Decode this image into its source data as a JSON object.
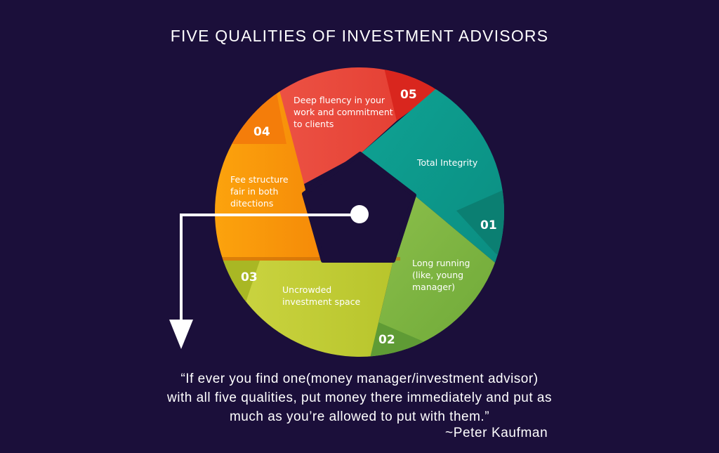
{
  "title": "FIVE QUALITIES  OF INVESTMENT ADVISORS",
  "segments": [
    {
      "number": "01",
      "label_lines": [
        "Total Integrity"
      ],
      "color": "#0e9a8c",
      "accent": "#0b7f72"
    },
    {
      "number": "02",
      "label_lines": [
        "Long running",
        "(like, young",
        "manager)"
      ],
      "color": "#7ab33f",
      "accent": "#5f9b35"
    },
    {
      "number": "03",
      "label_lines": [
        "Uncrowded",
        "investment space"
      ],
      "color": "#c4cd36",
      "accent": "#a9b724"
    },
    {
      "number": "04",
      "label_lines": [
        "Fee structure",
        "fair in both",
        "ditections"
      ],
      "color": "#fb9a0d",
      "accent": "#f47d0a"
    },
    {
      "number": "05",
      "label_lines": [
        "Deep fluency in your",
        "work and commitment",
        "to clients"
      ],
      "color": "#e8473a",
      "accent": "#d9261e"
    }
  ],
  "quote": {
    "lines": [
      "“If ever you find one(money manager/investment advisor)",
      "with all five qualities, put money there immediately and put as",
      "much as you’re allowed to put with them.”"
    ],
    "author": "~Peter Kaufman"
  },
  "colors": {
    "background": "#1b0f3a",
    "text": "#ffffff"
  }
}
